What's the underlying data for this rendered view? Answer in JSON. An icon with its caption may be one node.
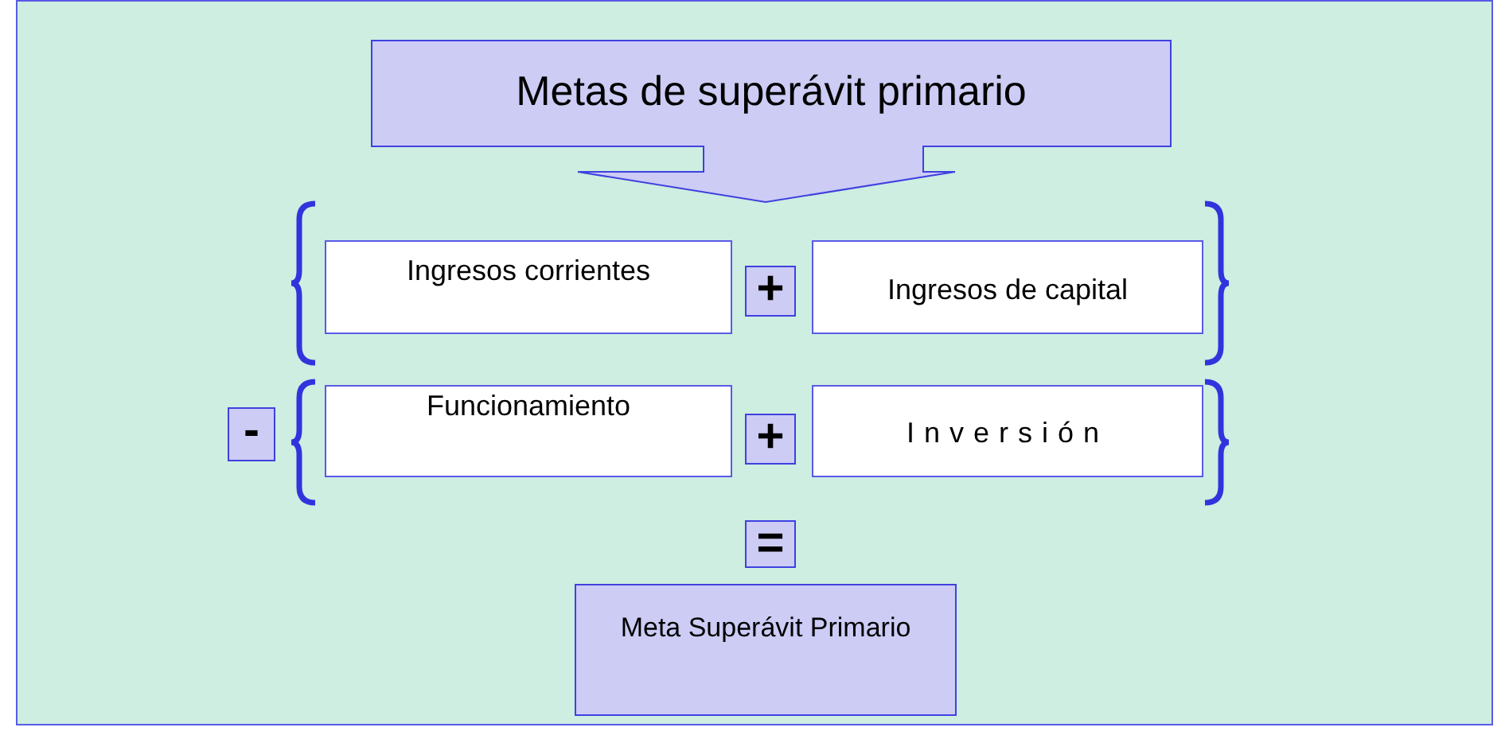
{
  "diagram": {
    "nodes": [
      {
        "text": [
          "Metas de superávit primario"
        ]
      },
      {
        "text": [
          "Ingresos corrientes"
        ]
      },
      {
        "text": [
          "+"
        ]
      },
      {
        "text": [
          "Ingresos de capital"
        ]
      },
      {
        "text": [
          "-"
        ]
      },
      {
        "text": [
          "Funcionamiento"
        ]
      },
      {
        "text": [
          "+"
        ]
      },
      {
        "text": [
          "Inversión"
        ]
      },
      {
        "text": [
          "="
        ]
      },
      {
        "text": [
          "Meta Superávit Primario"
        ]
      }
    ]
  }
}
